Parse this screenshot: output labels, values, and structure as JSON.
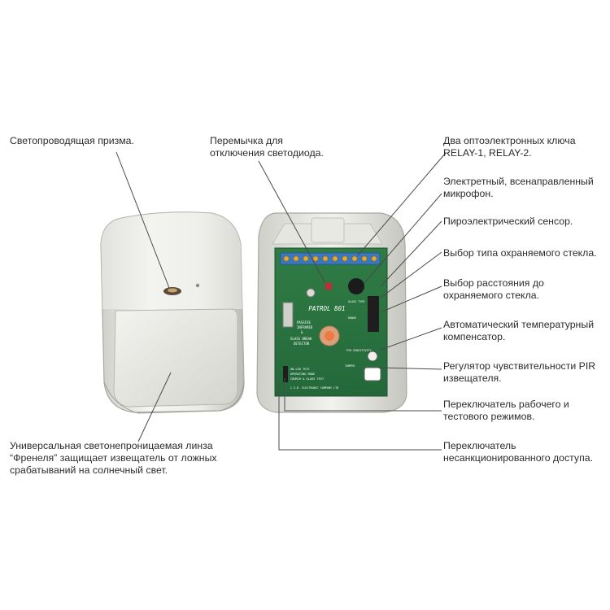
{
  "labels": {
    "prism": "Светопроводящая призма.",
    "led_jumper": "Перемычка для\nотключения светодиода.",
    "relays": "Два оптоэлектронных ключа\nRELAY-1, RELAY-2.",
    "microphone": "Электретный, всенаправленный\nмикрофон.",
    "pyro_sensor": "Пироэлектрический сенсор.",
    "glass_type": "Выбор типа охраняемого стекла.",
    "glass_distance": "Выбор расстояния до\nохраняемого стекла.",
    "temp_compensator": "Автоматический температурный\nкомпенсатор.",
    "pir_sensitivity": "Регулятор чувствительности PIR\nизвещателя.",
    "work_test_switch": "Переключатель рабочего и\nтестового режимов.",
    "tamper_switch": "Переключатель\nнесанкционированного доступа.",
    "fresnel_lens": "Универсальная светонепроницаемая линза\n“Френеля” защищает извещатель от ложных\nсрабатываний на солнечный свет."
  },
  "board": {
    "model": "PATROL 801",
    "line1": "PASSIVE",
    "line2": "INFRARED",
    "line3": "&",
    "line4": "GLASS BREAK",
    "line5": "DETECTOR",
    "led_block": "ON-LED TEST",
    "mode1": "OPERATING MODE",
    "mode2": "CHURCH & GLASS TEST",
    "maker": "C.S.R. ELECTRONIC COMPANY LTD",
    "pir_sens": "PIR SENSITIVITY",
    "glass_type": "GLASS TYPE",
    "range": "RANGE",
    "tamper": "TAMPER"
  }
}
